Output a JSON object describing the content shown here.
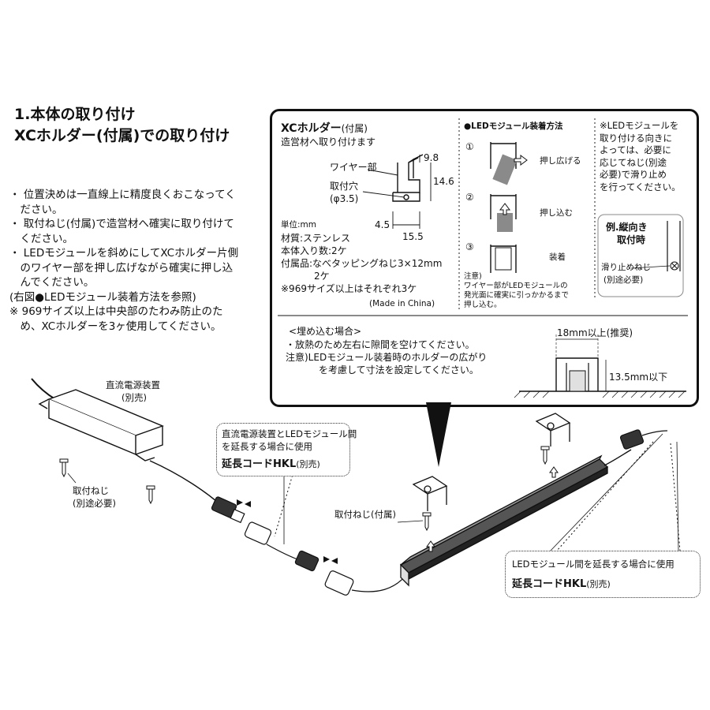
{
  "heading": {
    "line1": "1.本体の取り付け",
    "line2": "XCホルダー(付属)での取り付け"
  },
  "notes": [
    "・ 位置決めは一直線上に精度良くおこなってく",
    "　ださい。",
    "・ 取付ねじ(付属)で造営材へ確実に取り付けて",
    "　ください。",
    "・ LEDモジュールを斜めにしてXCホルダー片側",
    "　のワイヤー部を押し広げながら確実に押し込",
    "　んでください。",
    "(右図●LEDモジュール装着方法を参照)",
    "※ 969サイズ以上は中央部のたわみ防止のた",
    "　め、XCホルダーを3ヶ使用してください。"
  ],
  "xc_holder": {
    "title": "XCホルダー",
    "title_suffix": "(付属)",
    "subtitle": "造営材へ取り付けます",
    "label_wire": "ワイヤー部",
    "label_hole": "取付穴",
    "label_hole_dia": "(φ3.5)",
    "dim_9_8": "9.8",
    "dim_14_6": "14.6",
    "dim_4_5": "4.5",
    "dim_15_5": "15.5",
    "unit": "単位:mm",
    "material": "材質:ステンレス",
    "quantity": "本体入り数:2ケ",
    "accessory": "付属品:なべタッピングねじ3×12mm",
    "accessory_qty": "2ケ",
    "note_969": "※969サイズ以上はそれぞれ3ケ",
    "made_in": "(Made in China)"
  },
  "mount_method": {
    "title": "●LEDモジュール装着方法",
    "step1_num": "①",
    "step1_label": "押し広げる",
    "step2_num": "②",
    "step2_label": "押し込む",
    "step3_num": "③",
    "step3_label": "装着",
    "caution_title": "注意)",
    "caution_lines": [
      "ワイヤー部がLEDモジュールの",
      "発光面に確実に引っかかるまで",
      "押し込む。"
    ]
  },
  "side_note": {
    "lines": [
      "※LEDモジュールを",
      "取り付ける向きに",
      "よっては、必要に",
      "応じてねじ(別途",
      "必要)で滑り止め",
      "を行ってください。"
    ],
    "example_title1": "例.縦向き",
    "example_title2": "取付時",
    "slip_label": "滑り止めねじ",
    "slip_sub": "(別途必要)"
  },
  "embed": {
    "heading": "<埋め込む場合>",
    "line1": "・放熱のため左右に隙間を空けてください。",
    "line2": "注意)LEDモジュール装着時のホルダーの広がり",
    "line3": "を考慮して寸法を設定してください。",
    "dim_width": "18mm以上(推奨)",
    "dim_depth": "13.5mm以下"
  },
  "diagram": {
    "power_supply_label": "直流電源装置",
    "power_supply_sub": "(別売)",
    "screw_label": "取付ねじ",
    "screw_sub": "(別途必要)",
    "callout1_line1": "直流電源装置とLEDモジュール間",
    "callout1_line2": "を延長する場合に使用",
    "callout1_product": "延長コードHKL",
    "callout1_suffix": "(別売)",
    "attach_screw_label": "取付ねじ(付属)",
    "callout2_line1": "LEDモジュール間を延長する場合に使用",
    "callout2_product": "延長コードHKL",
    "callout2_suffix": "(別売)"
  }
}
